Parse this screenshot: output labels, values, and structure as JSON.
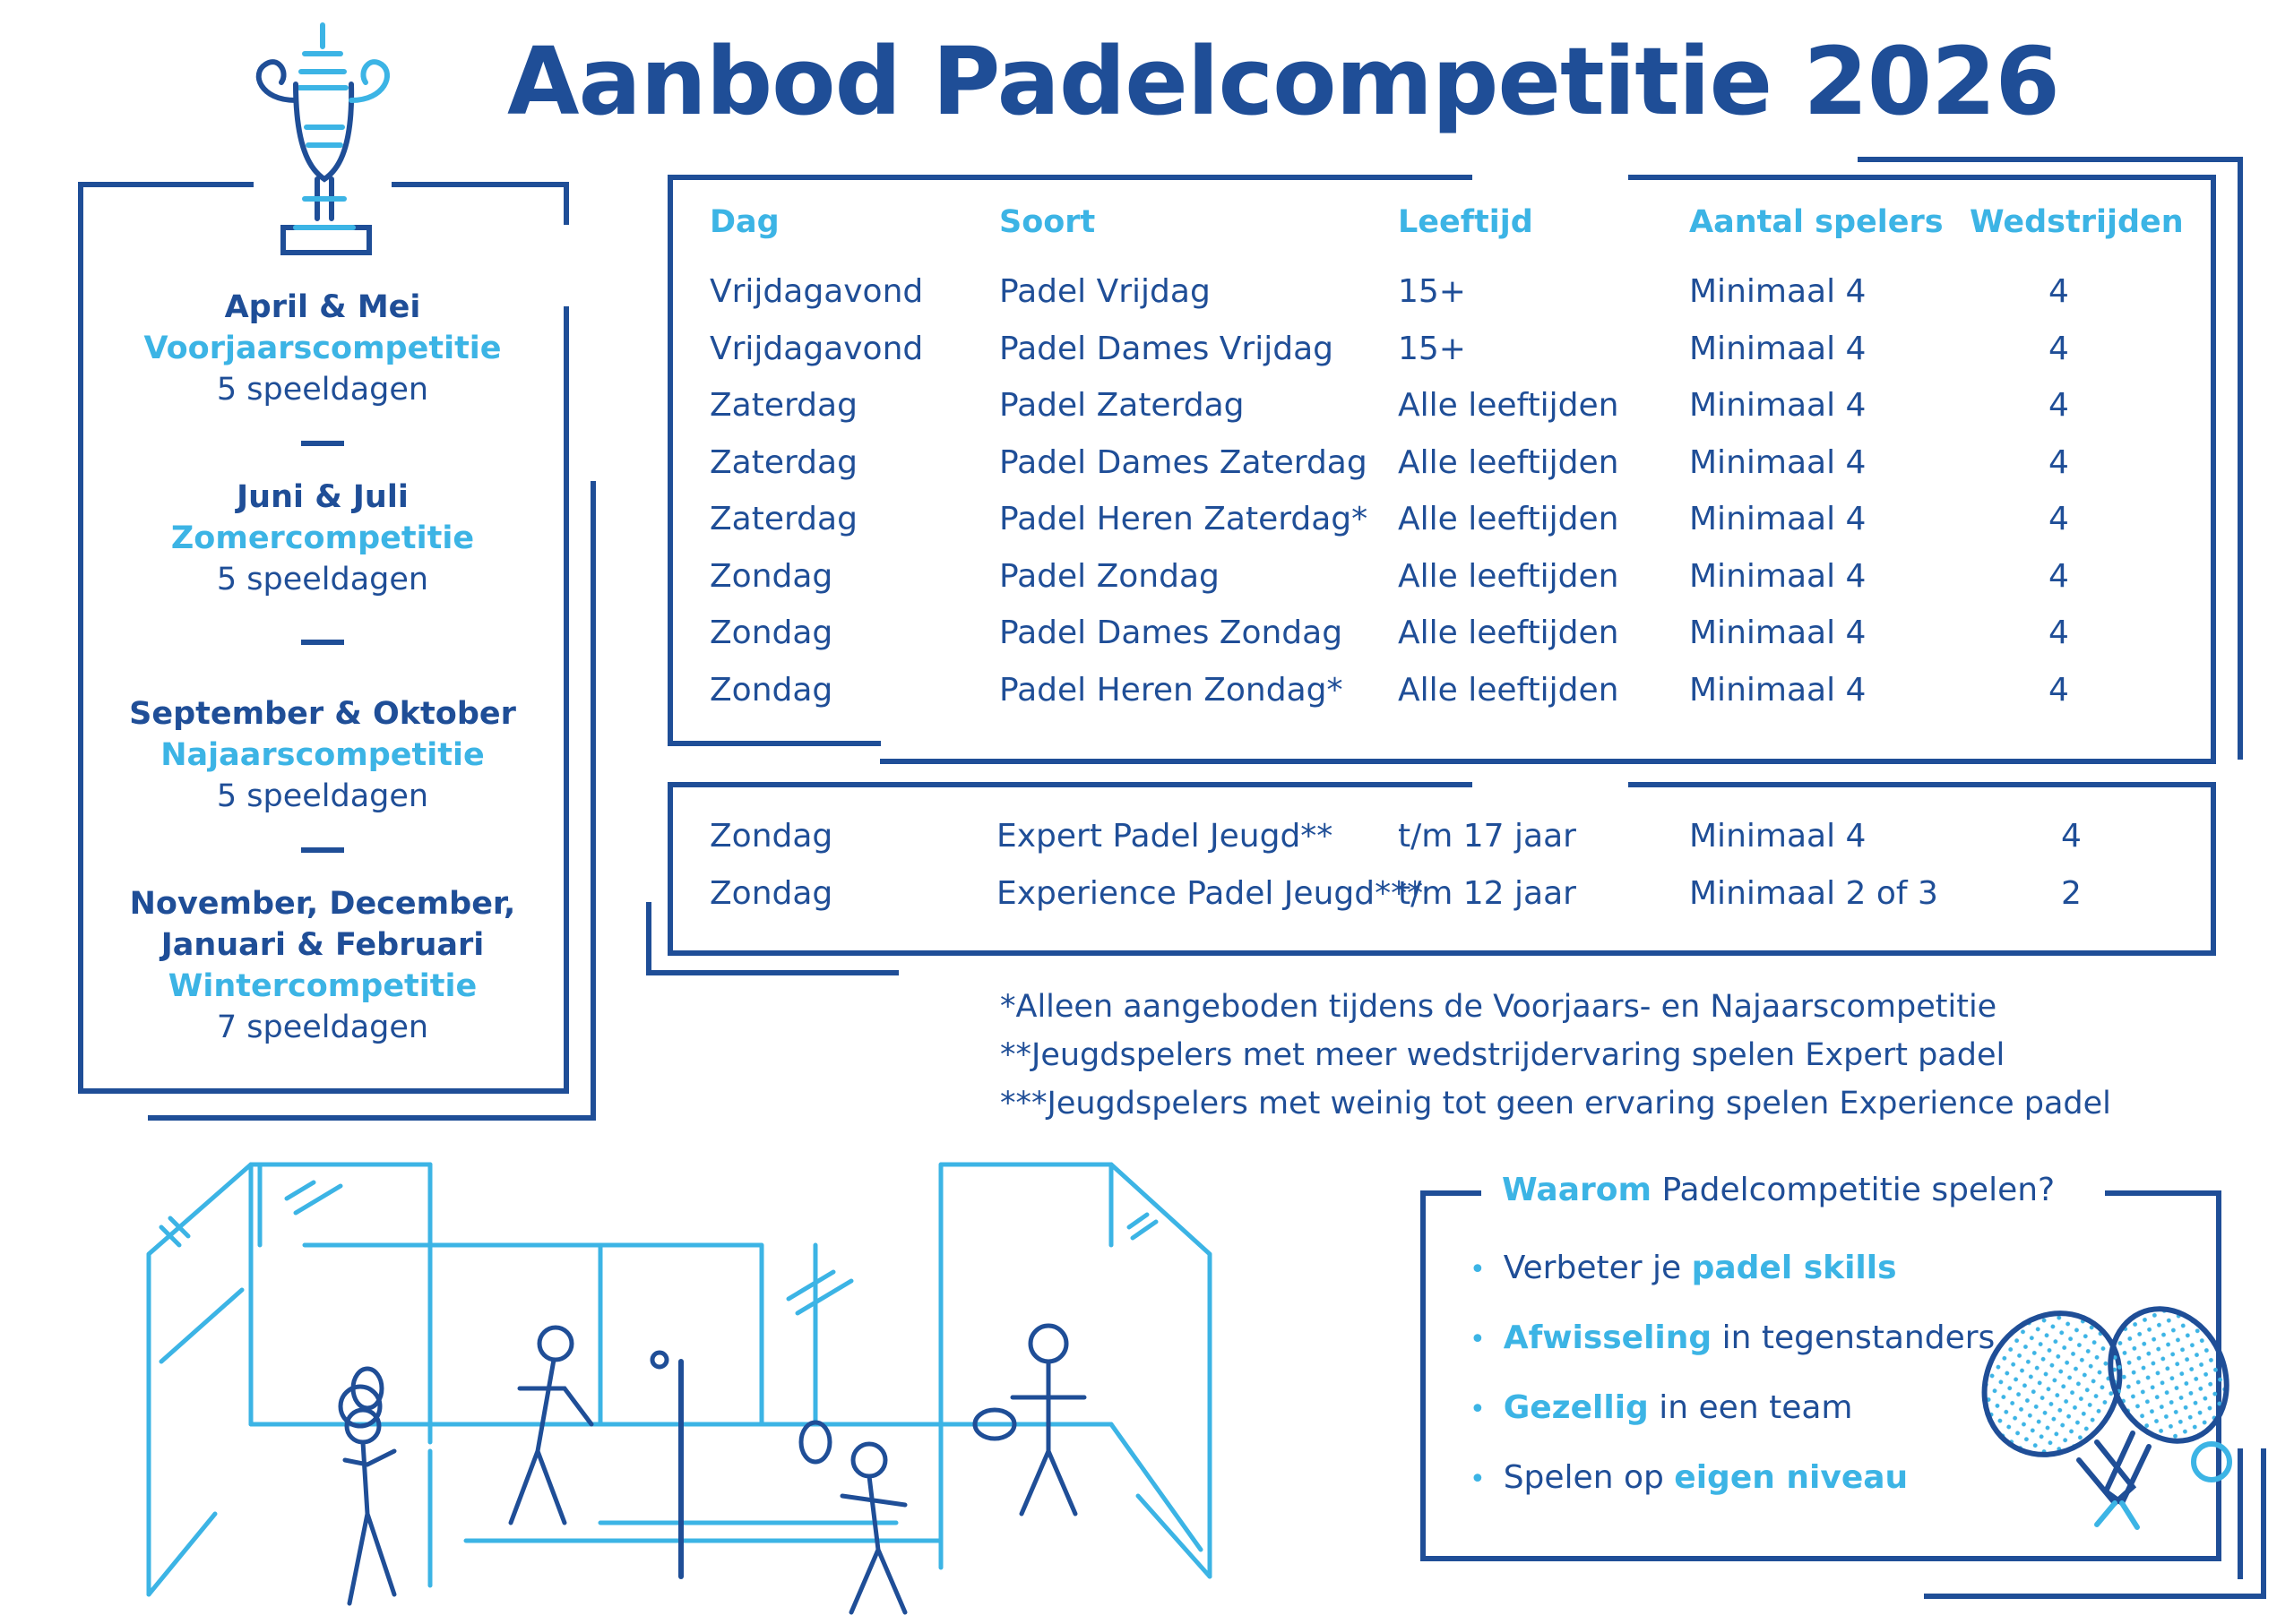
{
  "title": "Aanbod Padelcompetitie 2026",
  "colors": {
    "dark_blue": "#1f4e97",
    "light_blue": "#3cb4e5"
  },
  "seasons": [
    {
      "months": "April & Mei",
      "name": "Voorjaarscompetitie",
      "days": "5 speeldagen"
    },
    {
      "months": "Juni & Juli",
      "name": "Zomercompetitie",
      "days": "5 speeldagen"
    },
    {
      "months": "September & Oktober",
      "name": "Najaarscompetitie",
      "days": "5 speeldagen"
    },
    {
      "months_line1": "November, December,",
      "months_line2": "Januari & Februari",
      "name": "Wintercompetitie",
      "days": "7 speeldagen"
    }
  ],
  "table": {
    "headers": [
      "Dag",
      "Soort",
      "Leeftijd",
      "Aantal spelers",
      "Wedstrijden"
    ],
    "rows": [
      [
        "Vrijdagavond",
        "Padel Vrijdag",
        "15+",
        "Minimaal 4",
        "4"
      ],
      [
        "Vrijdagavond",
        "Padel Dames Vrijdag",
        "15+",
        "Minimaal 4",
        "4"
      ],
      [
        "Zaterdag",
        "Padel Zaterdag",
        "Alle leeftijden",
        "Minimaal 4",
        "4"
      ],
      [
        "Zaterdag",
        "Padel Dames Zaterdag",
        "Alle leeftijden",
        "Minimaal 4",
        "4"
      ],
      [
        "Zaterdag",
        "Padel Heren Zaterdag*",
        "Alle leeftijden",
        "Minimaal 4",
        "4"
      ],
      [
        "Zondag",
        "Padel Zondag",
        "Alle leeftijden",
        "Minimaal 4",
        "4"
      ],
      [
        "Zondag",
        "Padel Dames Zondag",
        "Alle leeftijden",
        "Minimaal 4",
        "4"
      ],
      [
        "Zondag",
        "Padel Heren Zondag*",
        "Alle leeftijden",
        "Minimaal 4",
        "4"
      ]
    ]
  },
  "youth_table": {
    "rows": [
      [
        "Zondag",
        "Expert Padel Jeugd**",
        "t/m 17 jaar",
        "Minimaal 4",
        "4"
      ],
      [
        "Zondag",
        "Experience Padel Jeugd***",
        "t/m 12 jaar",
        "Minimaal 2 of 3",
        "2"
      ]
    ]
  },
  "notes": [
    "*Alleen aangeboden tijdens de Voorjaars- en Najaarscompetitie",
    "**Jeugdspelers met meer wedstrijdervaring spelen Expert padel",
    "***Jeugdspelers met weinig tot geen ervaring spelen Experience padel"
  ],
  "why": {
    "title_bold": "Waarom",
    "title_rest": " Padelcompetitie spelen?",
    "bullets": [
      {
        "pre": "Verbeter je ",
        "bold": "padel skills",
        "post": ""
      },
      {
        "pre": "",
        "bold": "Afwisseling",
        "post": " in tegenstanders"
      },
      {
        "pre": "",
        "bold": "Gezellig",
        "post": " in een team"
      },
      {
        "pre": "Spelen op ",
        "bold": "eigen niveau",
        "post": ""
      }
    ]
  }
}
